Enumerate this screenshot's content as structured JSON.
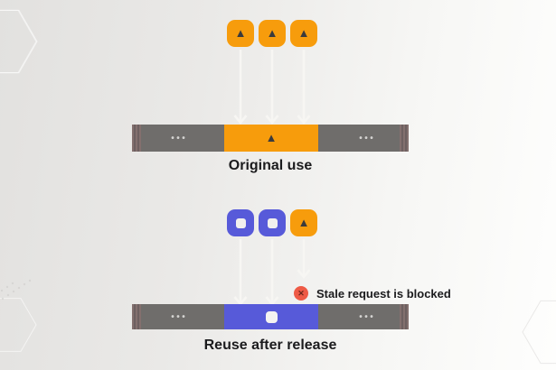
{
  "icons": {
    "triangle": "▲",
    "x": "✕",
    "ellipsis": "•••"
  },
  "colors": {
    "orange": "#f79c0c",
    "purple": "#575ad9",
    "bar_gray": "#6f6d6b",
    "bar_cap": "#7e6b6c",
    "arrow": "#f7f6f3",
    "glyph_dark": "#3a3a3c",
    "error_red": "#ee5a45",
    "label_text": "#1b1b1d",
    "background_left": "#e2e1df",
    "background_right": "#fefefd"
  },
  "diagram_top": {
    "label": "Original use",
    "tokens": [
      "triangle-request",
      "triangle-request",
      "triangle-request"
    ],
    "slot_glyph": "triangle",
    "bar_dots_left": "•••",
    "bar_dots_right": "•••"
  },
  "diagram_bottom": {
    "label": "Reuse after release",
    "tokens": [
      "square-request",
      "square-request",
      "stale-triangle-request"
    ],
    "slot_glyph": "square",
    "annotation": "Stale request is blocked",
    "bar_dots_left": "•••",
    "bar_dots_right": "•••"
  }
}
